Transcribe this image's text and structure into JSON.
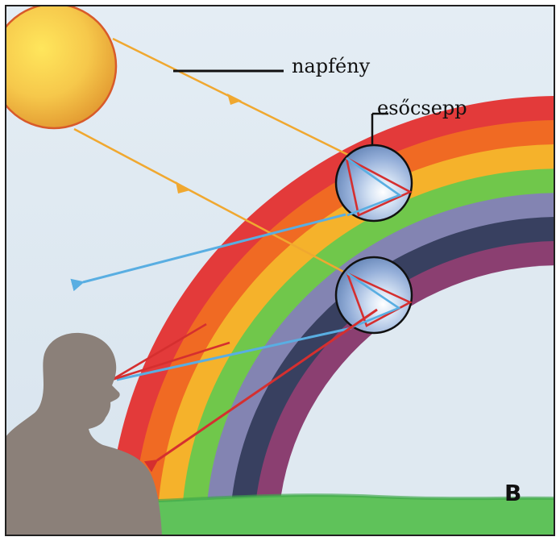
{
  "diagram": {
    "labels": {
      "sunlight": "napfény",
      "raindrop": "esőcsepp",
      "panel": "B"
    },
    "colors": {
      "sky": "#dfe9f1",
      "ground": "#5fc25a",
      "sun": "#f6c84b",
      "sun_edge": "#d85a2a",
      "sunlight_ray": "#f0a830",
      "blue_ray": "#59aee2",
      "red_ray": "#d52f2f",
      "raindrop_fill": "#9ab4e0",
      "person": "#8b8079",
      "rainbow_bands": [
        "#e33a3a",
        "#f06a23",
        "#f5b22b",
        "#70c74b",
        "#8384b2",
        "#384060",
        "#8b3f71"
      ]
    }
  }
}
